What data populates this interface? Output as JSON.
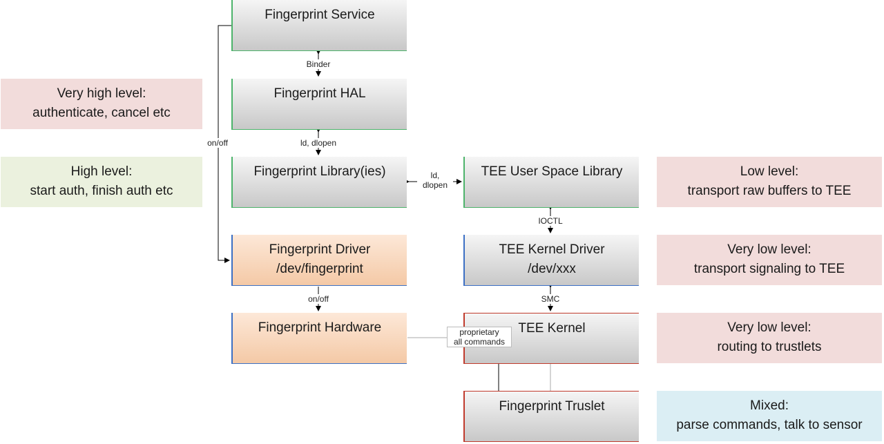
{
  "boxes": {
    "fp_service": "Fingerprint Service",
    "fp_hal": "Fingerprint HAL",
    "fp_library": "Fingerprint Library(ies)",
    "tee_user_lib": "TEE User Space Library",
    "fp_driver_line1": "Fingerprint Driver",
    "fp_driver_line2": "/dev/fingerprint",
    "tee_kernel_driver_line1": "TEE Kernel Driver",
    "tee_kernel_driver_line2": "/dev/xxx",
    "fp_hardware": "Fingerprint Hardware",
    "tee_kernel": "TEE Kernel",
    "fp_truslet": "Fingerprint Truslet"
  },
  "notes": {
    "very_high_line1": "Very high level:",
    "very_high_line2": "authenticate, cancel etc",
    "high_line1": "High level:",
    "high_line2": "start auth, finish auth etc",
    "low_line1": "Low level:",
    "low_line2": "transport raw buffers to TEE",
    "very_low_1_line1": "Very low level:",
    "very_low_1_line2": "transport signaling to TEE",
    "very_low_2_line1": "Very low level:",
    "very_low_2_line2": "routing to trustlets",
    "mixed_line1": "Mixed:",
    "mixed_line2": "parse commands, talk to sensor"
  },
  "connectors": {
    "binder": "Binder",
    "ld_dlopen_v": "ld, dlopen",
    "ld_h_line1": "ld,",
    "ld_h_line2": "dlopen",
    "ioctl": "IOCTL",
    "smc": "SMC",
    "on_off_side": "on/off",
    "on_off_driver": "on/off",
    "proprietary_line1": "proprietary",
    "proprietary_line2": "all commands"
  },
  "colors": {
    "box_gray": "#d9d9d9",
    "box_orange": "#f8d7bd",
    "note_pink": "#f2dcdb",
    "note_green": "#ebf1de",
    "note_blue": "#dbeef4",
    "border_green": "#4cb36a",
    "border_blue": "#3b6fc4",
    "border_red": "#c0392b"
  }
}
